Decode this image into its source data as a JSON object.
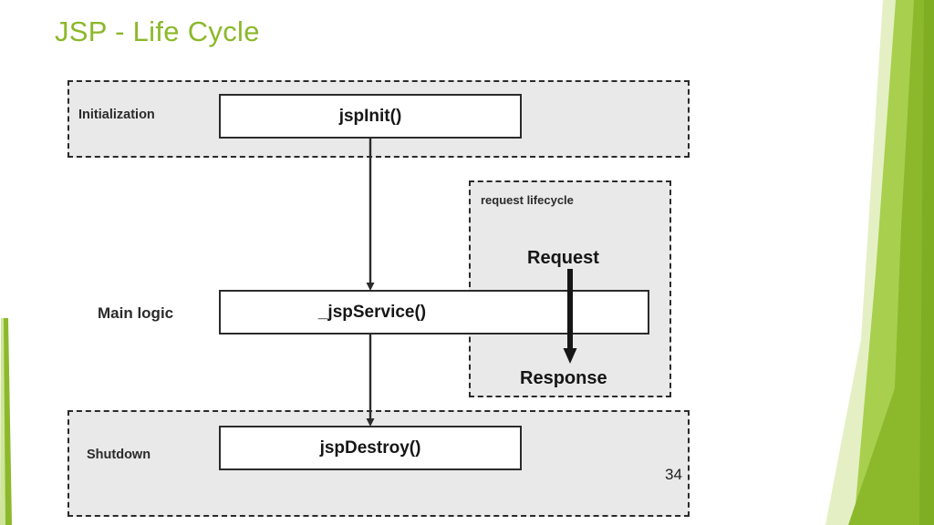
{
  "slide": {
    "title": "JSP - Life Cycle",
    "number": "34",
    "title_color": "#8cb82b",
    "accent_color": "#8cb82b",
    "background_color": "#ffffff"
  },
  "diagram": {
    "type": "flowchart",
    "phases": [
      {
        "id": "initialization",
        "label": "Initialization",
        "method": "jspInit()"
      },
      {
        "id": "main-logic",
        "label": "Main logic",
        "method": "_jspService()"
      },
      {
        "id": "shutdown",
        "label": "Shutdown",
        "method": "jspDestroy()"
      }
    ],
    "request_lifecycle": {
      "label": "request lifecycle",
      "request_label": "Request",
      "response_label": "Response"
    },
    "box_fill": "#e9e9e9",
    "method_fill": "#ffffff",
    "stroke": "#2b2b2b"
  }
}
